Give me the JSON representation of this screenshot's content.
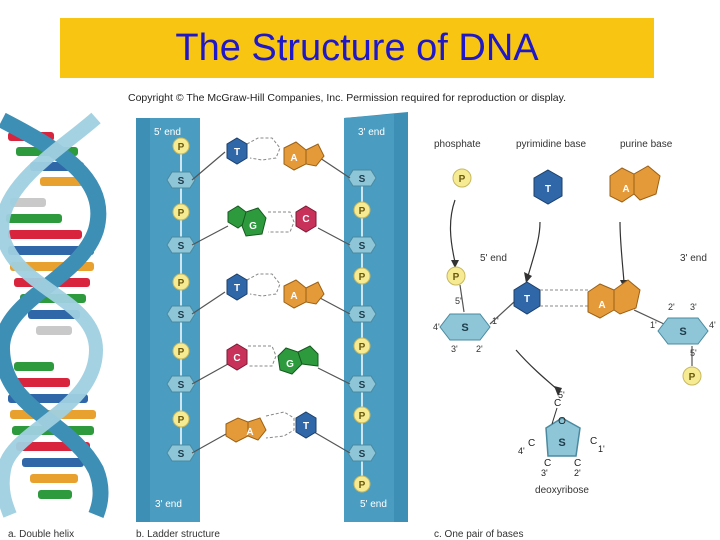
{
  "title": "The Structure of DNA",
  "copyright": "Copyright © The McGraw-Hill Companies, Inc. Permission required for reproduction or display.",
  "captions": {
    "a": "a. Double helix",
    "b": "b. Ladder structure",
    "c": "c. One pair of bases"
  },
  "ladder": {
    "left_top": "5' end",
    "right_top": "3' end",
    "left_bottom": "3' end",
    "right_bottom": "5' end",
    "phosphate": "P",
    "sugar": "S",
    "pairs": [
      {
        "left": "T",
        "right": "A"
      },
      {
        "left": "G",
        "right": "C"
      },
      {
        "left": "T",
        "right": "A"
      },
      {
        "left": "C",
        "right": "G"
      },
      {
        "left": "A",
        "right": "T"
      }
    ]
  },
  "pair_panel": {
    "phosphate_label": "phosphate",
    "pyrimidine_label": "pyrimidine base",
    "purine_label": "purine base",
    "left_end": "5' end",
    "right_end": "3' end",
    "pyrimidine_letter": "T",
    "purine_letter": "A",
    "phosphate_letter": "P",
    "sugar_letter": "S",
    "primes_left": {
      "five": "5'",
      "four": "4'",
      "three": "3'",
      "two": "2'",
      "one": "1'"
    },
    "primes_right": {
      "two": "2'",
      "three": "3'",
      "one": "1'",
      "four": "4'",
      "five": "5'"
    }
  },
  "deoxyribose": {
    "label": "deoxyribose",
    "sugar": "S",
    "ring_o": "O",
    "carbon": "C",
    "five": "5'",
    "four": "4'",
    "one": "1'",
    "three": "3'",
    "two": "2'"
  },
  "colors": {
    "title_bg": "#f8c512",
    "title_text": "#1f18c8",
    "backbone": "#3e8fb5",
    "sugar": "#8ec6d8",
    "phosphate": "#f6eb92",
    "thymine": "#2f67a8",
    "adenine": "#e59a3a",
    "guanine": "#2e9a3e",
    "cytosine": "#c8325a"
  }
}
